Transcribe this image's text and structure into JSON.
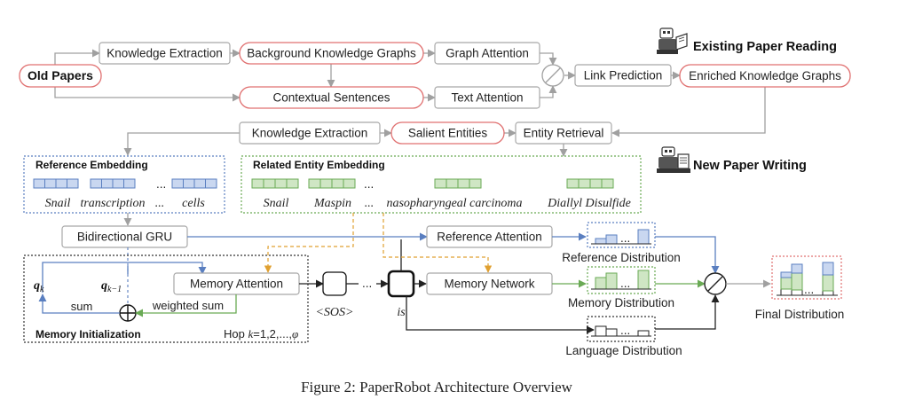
{
  "nodes": {
    "old_papers": "Old Papers",
    "knowledge_extraction_top": "Knowledge Extraction",
    "background_kg": "Background Knowledge Graphs",
    "graph_attention": "Graph Attention",
    "contextual_sentences": "Contextual Sentences",
    "text_attention": "Text Attention",
    "link_prediction": "Link Prediction",
    "enriched_kg": "Enriched Knowledge Graphs",
    "knowledge_extraction_mid": "Knowledge Extraction",
    "salient_entities": "Salient Entities",
    "entity_retrieval": "Entity Retrieval",
    "bidirectional_gru": "Bidirectional GRU",
    "memory_attention": "Memory Attention",
    "reference_attention": "Reference Attention",
    "memory_network": "Memory Network"
  },
  "headers": {
    "existing_paper_reading": "Existing Paper Reading",
    "new_paper_writing": "New Paper Writing"
  },
  "reference_embedding": {
    "title": "Reference Embedding",
    "words": [
      "Snail",
      "transcription",
      "...",
      "cells"
    ]
  },
  "related_entity_embedding": {
    "title": "Related Entity Embedding",
    "dots": "...",
    "words": [
      "Snail",
      "Maspin",
      "...",
      "nasopharyngeal carcinoma",
      "Diallyl Disulfide"
    ]
  },
  "memory_init": {
    "title": "Memory Initialization",
    "qk_base": "q",
    "qk_sub": "k",
    "qk1_base": "q",
    "qk1_sub": "k−1",
    "sum": "sum",
    "weighted_sum": "weighted sum",
    "hop_prefix": "Hop ",
    "hop_var": "k",
    "hop_values": "=1,2,...,",
    "hop_phi": "φ"
  },
  "decoder": {
    "sos": "<SOS>",
    "dots": "...",
    "is": "is"
  },
  "distributions": {
    "reference": "Reference Distribution",
    "memory": "Memory Distribution",
    "language": "Language Distribution",
    "final": "Final Distribution",
    "dots": "..."
  },
  "caption": "Figure 2: PaperRobot Architecture Overview",
  "colors": {
    "reference_blue": "#5a7fc0",
    "entity_green": "#6aaa55",
    "highlight_red": "#e07070",
    "neutral_gray": "#a8a8a8"
  },
  "icons": [
    "robot-reading-icon",
    "robot-writing-icon",
    "gate-circle-icon",
    "plus-circle-icon"
  ]
}
